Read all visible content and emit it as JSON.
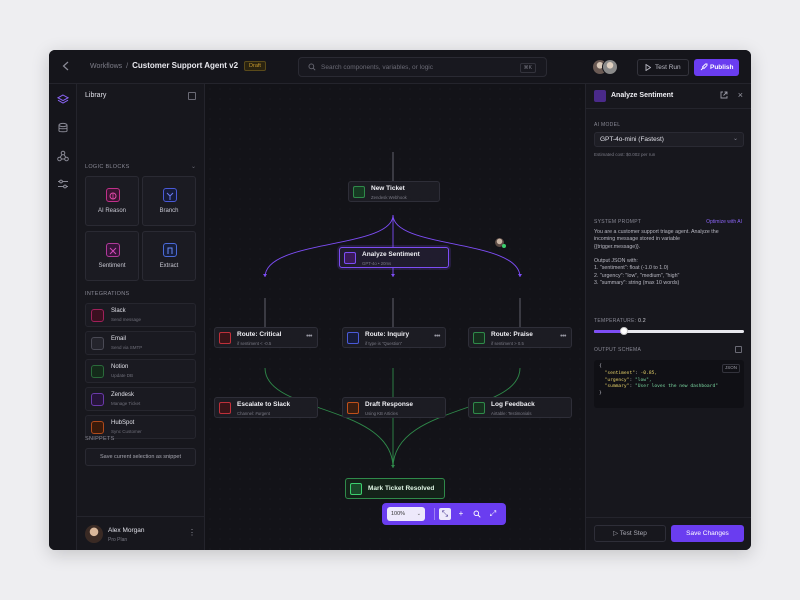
{
  "header": {
    "breadcrumb_root": "Workflows",
    "separator": "/",
    "title": "Customer Support Agent v2",
    "status": "Draft",
    "search_placeholder": "Search components, variables, or logic",
    "search_shortcut": "⌘K",
    "test_run_label": "Test Run",
    "publish_label": "Publish"
  },
  "rail": {
    "icons": [
      "layers-icon",
      "database-icon",
      "webhook-icon",
      "sliders-icon"
    ]
  },
  "library": {
    "title": "Library",
    "logic_label": "LOGIC BLOCKS",
    "logic_blocks": [
      {
        "label": "AI Reason",
        "color": "#c0308a",
        "icon": "brain-icon"
      },
      {
        "label": "Branch",
        "color": "#4a5ad8",
        "icon": "branch-icon"
      },
      {
        "label": "Sentiment",
        "color": "#b03a9a",
        "icon": "sentiment-icon"
      },
      {
        "label": "Extract",
        "color": "#4a6ad8",
        "icon": "extract-icon"
      }
    ],
    "integrations_label": "INTEGRATIONS",
    "integrations": [
      {
        "name": "Slack",
        "sub": "Send message",
        "color": "#a0205a"
      },
      {
        "name": "Email",
        "sub": "Send via SMTP",
        "color": "#3a3a44"
      },
      {
        "name": "Notion",
        "sub": "Update DB",
        "color": "#2a6a3a"
      },
      {
        "name": "Zendesk",
        "sub": "Manage Ticket",
        "color": "#5a2a9a"
      },
      {
        "name": "HubSpot",
        "sub": "Sync Customer",
        "color": "#a0401a"
      }
    ],
    "snippets_label": "SNIPPETS",
    "snippet_button": "Save current selection as snippet"
  },
  "user": {
    "name": "Alex Morgan",
    "plan": "Pro Plan"
  },
  "canvas": {
    "nodes": {
      "new_ticket": {
        "title": "New Ticket",
        "sub": "Zendesk Webhook"
      },
      "analyze": {
        "title": "Analyze Sentiment",
        "sub": "GPT-4o • 20ms"
      },
      "critical": {
        "title": "Route: Critical",
        "sub": "if sentiment < -0.5"
      },
      "inquiry": {
        "title": "Route: Inquiry",
        "sub": "if type is \"Question\""
      },
      "praise": {
        "title": "Route: Praise",
        "sub": "if sentiment > 0.5"
      },
      "slack": {
        "title": "Escalate to Slack",
        "sub": "Channel: #urgent"
      },
      "draft": {
        "title": "Draft Response",
        "sub": "Using KB Articles"
      },
      "log": {
        "title": "Log Feedback",
        "sub": "Airtable: Testimonials"
      },
      "resolved": {
        "title": "Mark Ticket Resolved"
      }
    },
    "more_label": "•••",
    "zoom_label": "100%"
  },
  "inspector": {
    "title": "Analyze Sentiment",
    "model_label": "AI MODEL",
    "model_value": "GPT-4o-mini (Fastest)",
    "cost": "Estimated cost: $0.002 per run",
    "prompt_label": "SYSTEM PROMPT",
    "optimize_label": "Optimize with AI",
    "prompt_lines": [
      "You are a customer support triage agent. Analyze the",
      "incoming message stored in variable",
      "{{trigger.message}}.",
      "",
      "Output JSON with:",
      "1. \"sentiment\": float (-1.0 to 1.0)",
      "2. \"urgency\": \"low\", \"medium\", \"high\"",
      "3. \"summary\": string (max 10 words)"
    ],
    "temperature_label": "TEMPERATURE",
    "temperature_value": "0.2",
    "temperature_fraction": 0.2,
    "schema_label": "OUTPUT SCHEMA",
    "schema_tag": "JSON",
    "schema": {
      "open": "{",
      "sentiment_key": "\"sentiment\"",
      "sentiment_val": "-0.85,",
      "urgency_key": "\"urgency\"",
      "urgency_val": "\"low\",",
      "summary_key": "\"summary\"",
      "summary_val": "\"User loves the new dashboard\"",
      "close": "}"
    },
    "test_step_label": "Test Step",
    "save_label": "Save Changes"
  },
  "colors": {
    "accent": "#6a3df0",
    "success": "#2f8a4a",
    "canvas_bg": "#131318"
  }
}
